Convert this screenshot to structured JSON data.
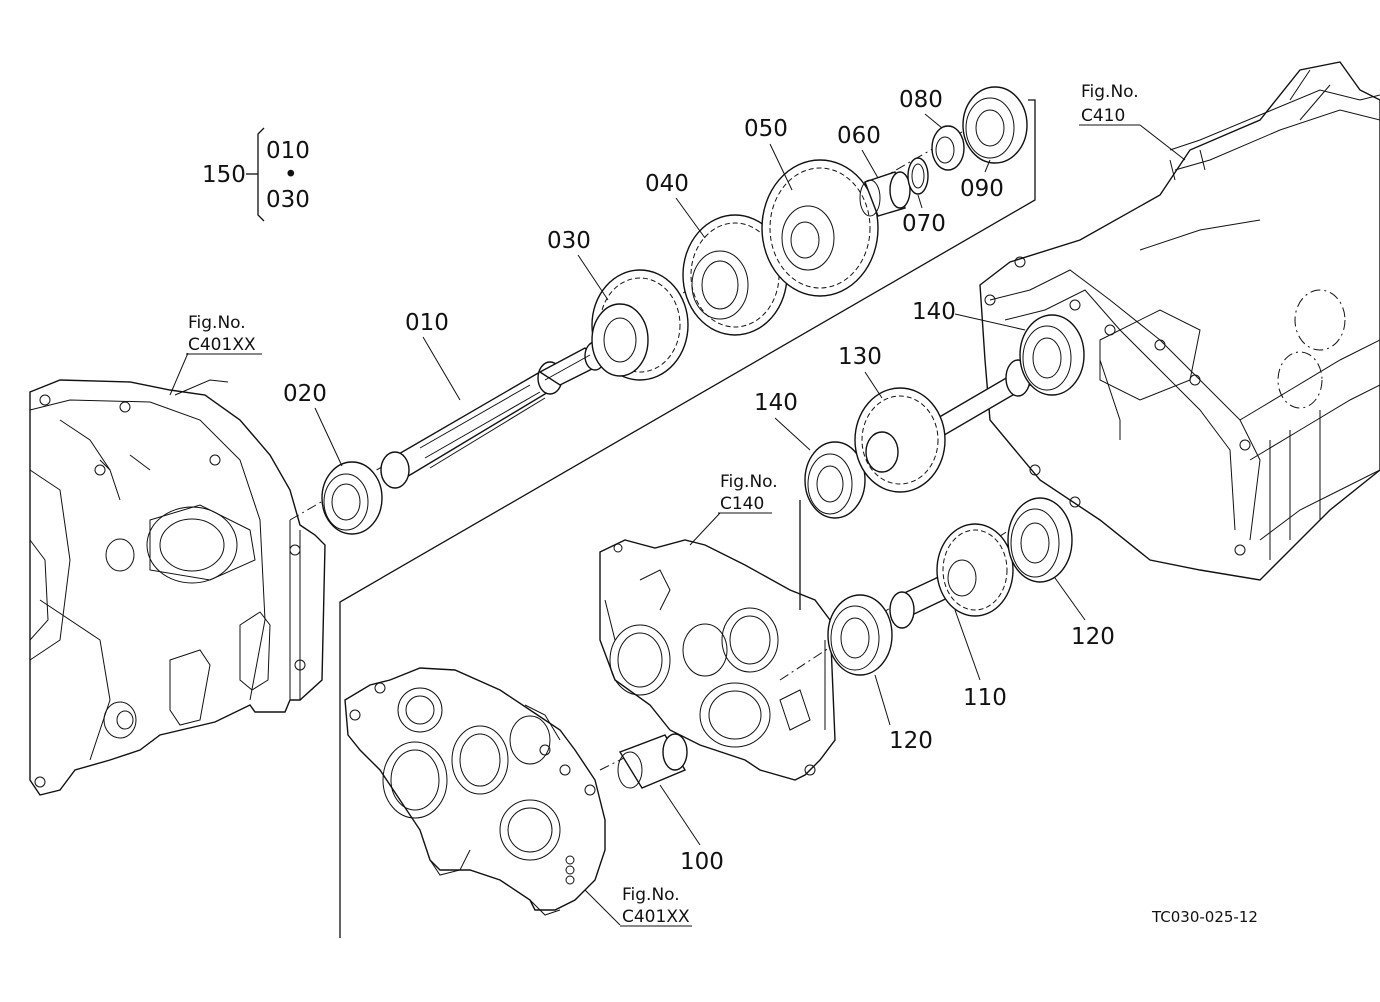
{
  "drawing_code": "TC030-025-12",
  "assembly": {
    "number": "150",
    "from": "010",
    "separator": "•",
    "to": "030"
  },
  "part_labels": [
    {
      "id": "p010",
      "text": "010"
    },
    {
      "id": "p020",
      "text": "020"
    },
    {
      "id": "p030",
      "text": "030"
    },
    {
      "id": "p040",
      "text": "040"
    },
    {
      "id": "p050",
      "text": "050"
    },
    {
      "id": "p060",
      "text": "060"
    },
    {
      "id": "p070",
      "text": "070"
    },
    {
      "id": "p080",
      "text": "080"
    },
    {
      "id": "p090",
      "text": "090"
    },
    {
      "id": "p100",
      "text": "100"
    },
    {
      "id": "p110",
      "text": "110"
    },
    {
      "id": "p120a",
      "text": "120"
    },
    {
      "id": "p120b",
      "text": "120"
    },
    {
      "id": "p130",
      "text": "130"
    },
    {
      "id": "p140a",
      "text": "140"
    },
    {
      "id": "p140b",
      "text": "140"
    }
  ],
  "figure_refs": [
    {
      "id": "ref-c410",
      "caption": "Fig.No.",
      "code": "C410"
    },
    {
      "id": "ref-c401xx-left",
      "caption": "Fig.No.",
      "code": "C401XX"
    },
    {
      "id": "ref-c140",
      "caption": "Fig.No.",
      "code": "C140"
    },
    {
      "id": "ref-c401xx-bottom",
      "caption": "Fig.No.",
      "code": "C401XX"
    }
  ]
}
